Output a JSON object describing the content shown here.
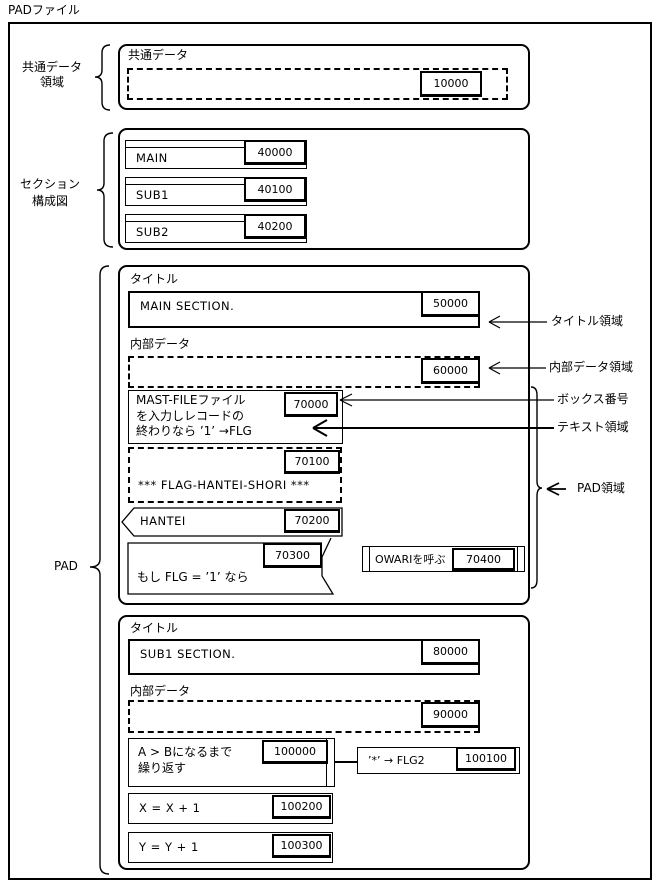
{
  "title": "PADファイル",
  "left_labels": {
    "common_data_area": "共通データ\n領域",
    "section_diagram": "セクション\n構成図",
    "pad": "PAD"
  },
  "right_labels": {
    "title_area": "タイトル領域",
    "internal_data_area": "内部データ領域",
    "box_number": "ボックス番号",
    "text_area": "テキスト領域",
    "pad_area": "PAD領域"
  },
  "common_data_section": {
    "header": "共通データ",
    "number": "10000"
  },
  "section_structure": {
    "rows": [
      {
        "name": "MAIN",
        "number": "40000"
      },
      {
        "name": "SUB1",
        "number": "40100"
      },
      {
        "name": "SUB2",
        "number": "40200"
      }
    ]
  },
  "main_section": {
    "title_label": "タイトル",
    "title_text": "MAIN SECTION.",
    "title_number": "50000",
    "internal_data_label": "内部データ",
    "internal_data_number": "60000",
    "process_box": {
      "text": "MAST-FILEファイル\nを入力しレコードの\n終わりなら ’1’ →FLG",
      "number": "70000"
    },
    "comment_box": {
      "text": "*** FLAG-HANTEI-SHORI ***",
      "number": "70100"
    },
    "label_box": {
      "text": "HANTEI",
      "number": "70200"
    },
    "selection_box": {
      "text": "もし  FLG = ’1’ なら",
      "number": "70300"
    },
    "call_box": {
      "text": "OWARIを呼ぶ",
      "number": "70400"
    }
  },
  "sub_section": {
    "title_label": "タイトル",
    "title_text": "SUB1 SECTION.",
    "title_number": "80000",
    "internal_data_label": "内部データ",
    "internal_data_number": "90000",
    "loop_box": {
      "text": "A > Bになるまで\n 繰り返す",
      "number": "100000"
    },
    "branch_box": {
      "text": "’*’ → FLG2",
      "number": "100100"
    },
    "process_x_box": {
      "text": "X = X + 1",
      "number": "100200"
    },
    "process_y_box": {
      "text": "Y = Y + 1",
      "number": "100300"
    }
  }
}
